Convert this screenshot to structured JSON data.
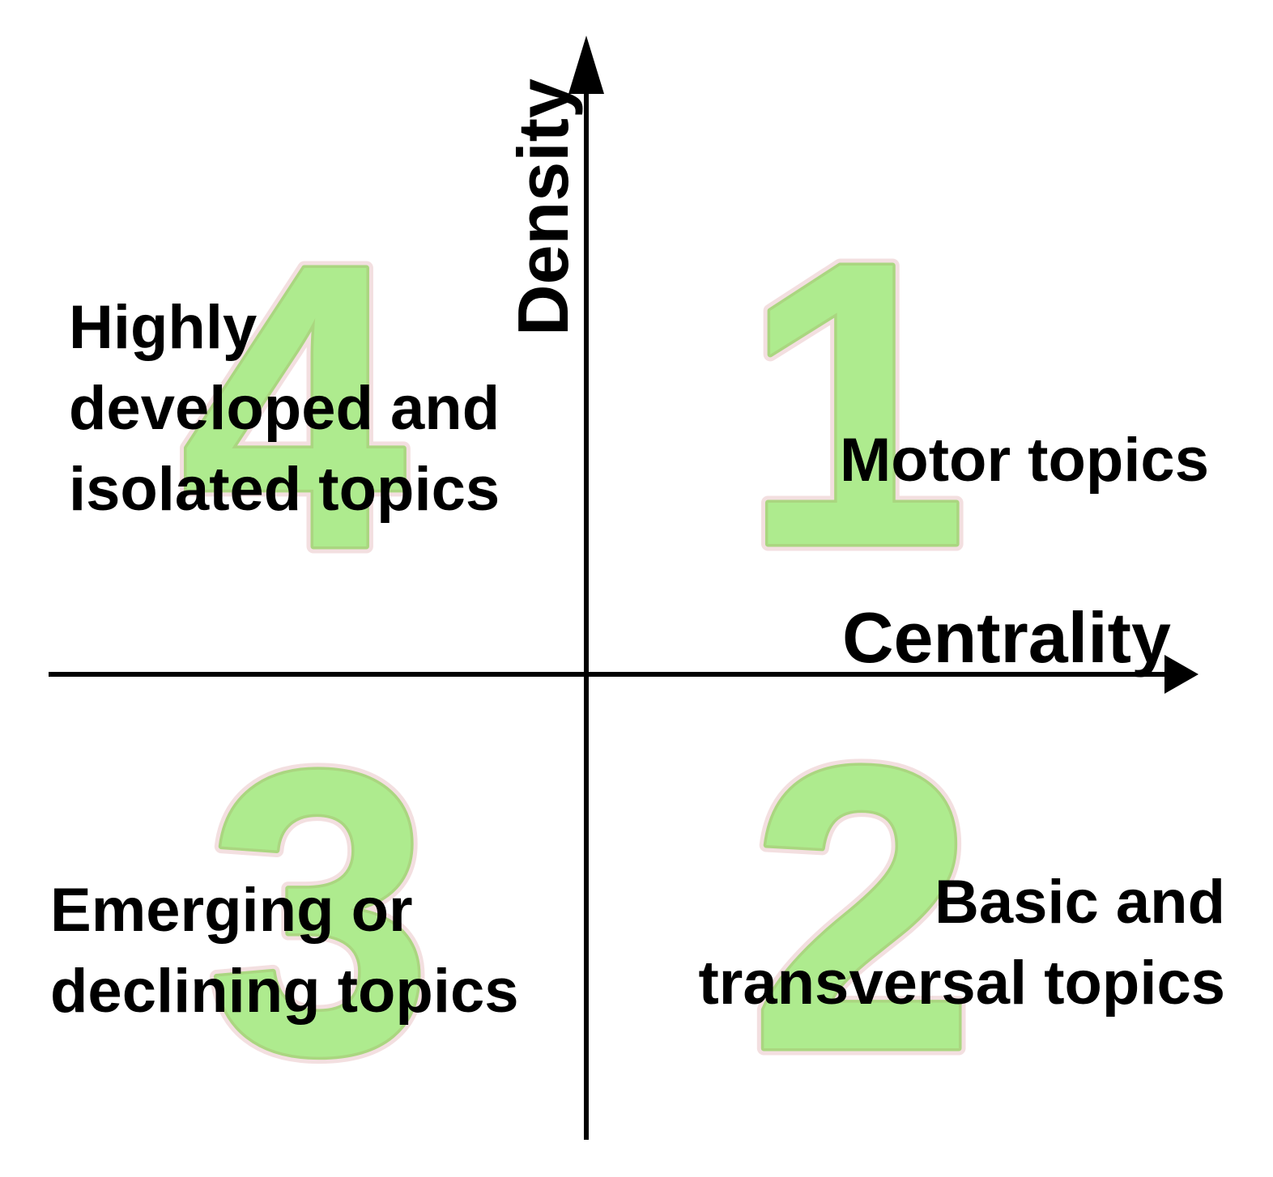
{
  "diagram": {
    "type": "quadrant-strategic-diagram",
    "axes": {
      "y": {
        "label": "Density"
      },
      "x": {
        "label": "Centrality"
      }
    },
    "quadrants": [
      {
        "number": "1",
        "position": "top-right",
        "label": "Motor topics",
        "lines": [
          "Motor topics"
        ]
      },
      {
        "number": "2",
        "position": "bottom-right",
        "label": "Basic and transversal topics",
        "lines": [
          "Basic and",
          "transversal topics"
        ]
      },
      {
        "number": "3",
        "position": "bottom-left",
        "label": "Emerging or declining topics",
        "lines": [
          "Emerging or",
          "declining topics"
        ]
      },
      {
        "number": "4",
        "position": "top-left",
        "label": "Highly developed and isolated topics",
        "lines": [
          "Highly",
          "developed and",
          "isolated topics"
        ]
      }
    ],
    "colors": {
      "background": "#ffffff",
      "axis": "#000000",
      "label_text": "#000000",
      "number_fill": "#aeeb8e",
      "number_edge": "#aad680",
      "number_halo": "#f3dfe0"
    }
  }
}
